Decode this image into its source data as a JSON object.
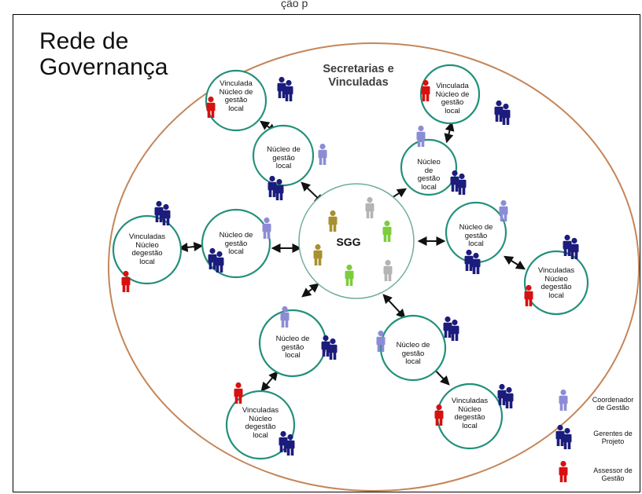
{
  "page_top_text": "ção p",
  "title": {
    "line1": "Rede de",
    "line2": "Governança"
  },
  "subtitle": {
    "line1": "Secretarias e",
    "line2": "Vinculadas"
  },
  "center": {
    "label": "SGG"
  },
  "nodes": {
    "vinc_top_left": [
      "Vinculada",
      "Núcleo de",
      "gestão",
      "local"
    ],
    "vinc_top_right": [
      "Vinculada",
      "Núcleo de",
      "gestão",
      "local"
    ],
    "nucleo_upper_left": [
      "Núcleo de",
      "gestão",
      "local"
    ],
    "nucleo_upper_right": [
      "Núcleo",
      "de",
      "gestão",
      "local"
    ],
    "vinc_left": [
      "Vinculadas",
      "Núcleo",
      "degestão",
      "local"
    ],
    "nucleo_left": [
      "Núcleo de",
      "gestão",
      "local"
    ],
    "nucleo_right": [
      "Núcleo de",
      "gestão",
      "local"
    ],
    "vinc_right": [
      "Vinculadas",
      "Núcleo",
      "degestão",
      "local"
    ],
    "nucleo_lower_left": [
      "Núcleo de",
      "gestão",
      "local"
    ],
    "nucleo_lower_right": [
      "Núcleo de",
      "gestão",
      "local"
    ],
    "vinc_bottom_left": [
      "Vinculadas",
      "Núcleo",
      "degestão",
      "local"
    ],
    "vinc_bottom_right": [
      "Vinculadas",
      "Núcleo",
      "degestão",
      "local"
    ]
  },
  "legend": {
    "coordenador": [
      "Coordenador",
      "de Gestão"
    ],
    "gerentes": [
      "Gerentes de",
      "Projeto"
    ],
    "assessor": [
      "Assessor de",
      "Gestão"
    ]
  },
  "colors": {
    "outer_circle": "#c4865a",
    "node_circle": "#22907a",
    "center_circle": "#6fae9e",
    "coordenador": "#8c8cd6",
    "gerente": "#1c1c7c",
    "assessor": "#d81010",
    "sgg_gold": "#a89030",
    "sgg_green": "#7ccc3c",
    "sgg_gray": "#b4b4b4"
  }
}
